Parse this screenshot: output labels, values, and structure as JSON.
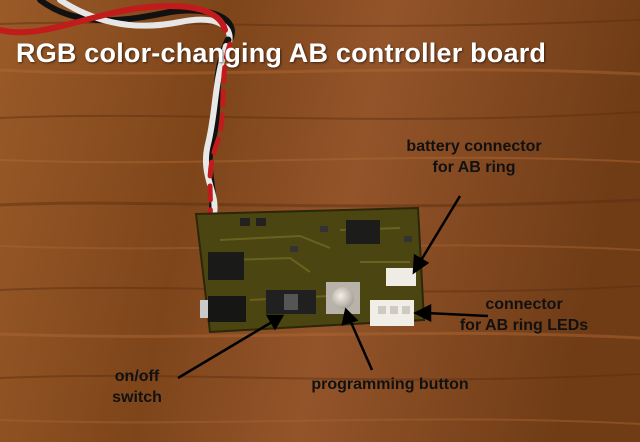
{
  "title": "RGB color-changing AB controller board",
  "annotations": {
    "battery_connector": {
      "line1": "battery connector",
      "line2": "for AB ring"
    },
    "led_connector": {
      "line1": "connector",
      "line2": "for AB ring LEDs"
    },
    "onoff_switch": {
      "line1": "on/off",
      "line2": "switch"
    },
    "programming_button": {
      "line1": "programming button"
    }
  },
  "colors": {
    "wood": "#8b5224",
    "pcb": "#4a4410",
    "title_text": "#ffffff",
    "label_text": "#111111"
  }
}
